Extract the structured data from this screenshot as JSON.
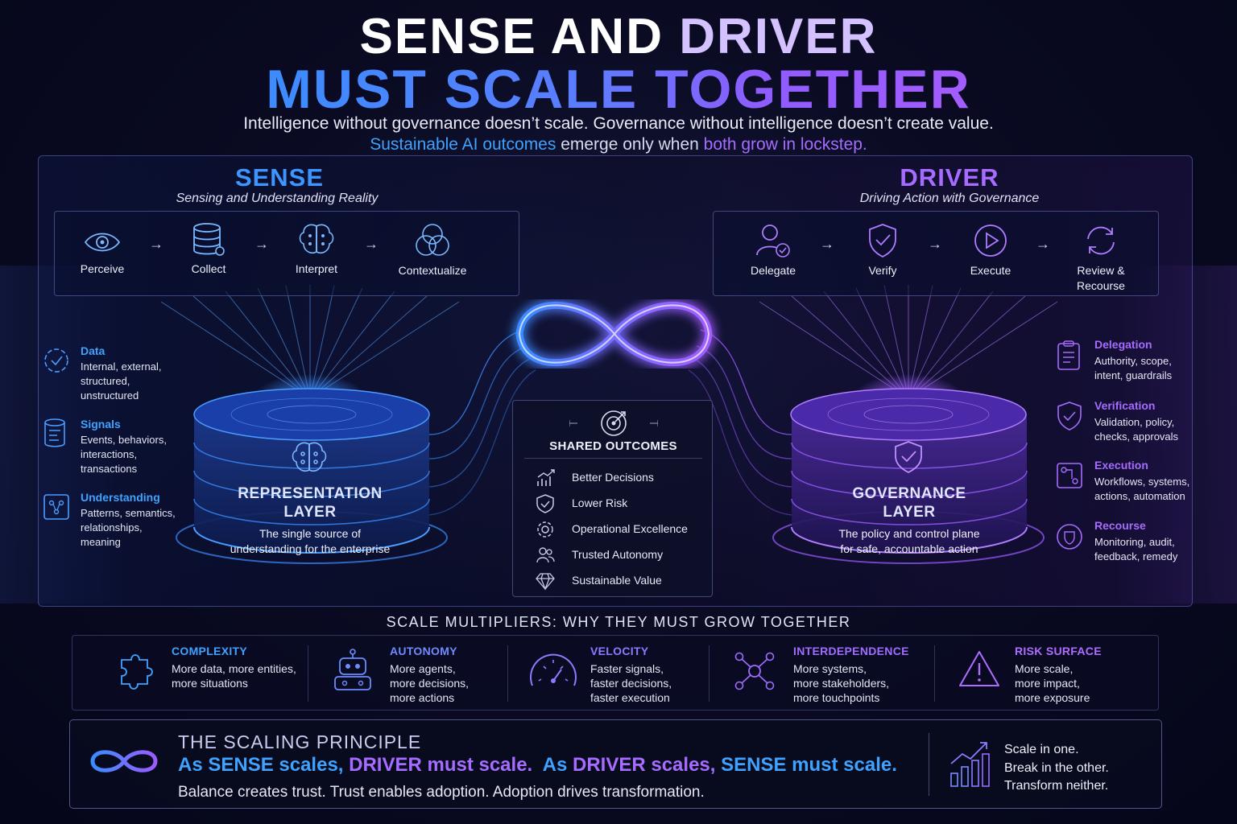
{
  "header": {
    "title_line1_part1": "SENSE AND ",
    "title_line1_part2": "DRIVER",
    "title_line2": "MUST SCALE TOGETHER",
    "subtitle_line1": "Intelligence without governance doesn’t scale. Governance without intelligence doesn’t create value.",
    "subtitle_line2_part1": "Sustainable AI outcomes",
    "subtitle_line2_part2": " emerge only when ",
    "subtitle_line2_part3": "both grow in lockstep."
  },
  "sense": {
    "title": "SENSE",
    "subtitle": "Sensing and Understanding Reality",
    "flow": [
      {
        "label": "Perceive",
        "icon": "eye-icon"
      },
      {
        "label": "Collect",
        "icon": "database-icon"
      },
      {
        "label": "Interpret",
        "icon": "brain-icon"
      },
      {
        "label": "Contextualize",
        "icon": "venn-icon"
      }
    ],
    "side": [
      {
        "title": "Data",
        "desc": "Internal, external, structured, unstructured",
        "icon": "data-icon"
      },
      {
        "title": "Signals",
        "desc": "Events, behaviors, interactions, transactions",
        "icon": "signals-icon"
      },
      {
        "title": "Understanding",
        "desc": "Patterns, semantics, relationships, meaning",
        "icon": "understanding-icon"
      }
    ],
    "layer_title_line1": "REPRESENTATION",
    "layer_title_line2": "LAYER",
    "layer_desc_line1": "The single source of",
    "layer_desc_line2": "understanding for the enterprise"
  },
  "driver": {
    "title": "DRIVER",
    "subtitle": "Driving Action with Governance",
    "flow": [
      {
        "label": "Delegate",
        "icon": "delegate-icon"
      },
      {
        "label": "Verify",
        "icon": "shield-check-icon"
      },
      {
        "label": "Execute",
        "icon": "play-icon"
      },
      {
        "label_line1": "Review &",
        "label_line2": "Recourse",
        "icon": "refresh-icon"
      }
    ],
    "side": [
      {
        "title": "Delegation",
        "desc": "Authority, scope, intent, guardrails",
        "icon": "clipboard-icon"
      },
      {
        "title": "Verification",
        "desc": "Validation, policy, checks, approvals",
        "icon": "verification-icon"
      },
      {
        "title": "Execution",
        "desc": "Workflows, systems, actions, automation",
        "icon": "workflow-icon"
      },
      {
        "title": "Recourse",
        "desc": "Monitoring, audit, feedback, remedy",
        "icon": "recourse-icon"
      }
    ],
    "layer_title_line1": "GOVERNANCE",
    "layer_title_line2": "LAYER",
    "layer_desc_line1": "The policy and control plane",
    "layer_desc_line2": "for safe, accountable action"
  },
  "shared": {
    "title": "SHARED OUTCOMES",
    "items": [
      {
        "label": "Better Decisions",
        "icon": "chart-up-icon"
      },
      {
        "label": "Lower Risk",
        "icon": "shield-check-icon"
      },
      {
        "label": "Operational Excellence",
        "icon": "gear-icon"
      },
      {
        "label": "Trusted Autonomy",
        "icon": "people-icon"
      },
      {
        "label": "Sustainable Value",
        "icon": "diamond-icon"
      }
    ]
  },
  "multipliers": {
    "heading": "SCALE MULTIPLIERS: WHY THEY MUST GROW TOGETHER",
    "items": [
      {
        "title": "COMPLEXITY",
        "desc_line1": "More data, more entities,",
        "desc_line2": "more situations",
        "desc_line3": "",
        "icon": "puzzle-icon",
        "color": "#3fa2ff"
      },
      {
        "title": "AUTONOMY",
        "desc_line1": "More agents,",
        "desc_line2": "more decisions,",
        "desc_line3": "more actions",
        "icon": "robot-icon",
        "color": "#6d8cff"
      },
      {
        "title": "VELOCITY",
        "desc_line1": "Faster signals,",
        "desc_line2": "faster decisions,",
        "desc_line3": "faster execution",
        "icon": "gauge-icon",
        "color": "#8a7cff"
      },
      {
        "title": "INTERDEPENDENCE",
        "desc_line1": "More systems,",
        "desc_line2": "more stakeholders,",
        "desc_line3": "more touchpoints",
        "icon": "network-icon",
        "color": "#a06cff"
      },
      {
        "title": "RISK SURFACE",
        "desc_line1": "More scale,",
        "desc_line2": "more impact,",
        "desc_line3": "more exposure",
        "icon": "warning-icon",
        "color": "#b06cff"
      }
    ]
  },
  "principle": {
    "title": "THE SCALING PRINCIPLE",
    "main_p1": "As SENSE scales, ",
    "main_p2": "DRIVER must scale.",
    "main_p3": "  As ",
    "main_p4": "DRIVER scales, ",
    "main_p5": "SENSE must scale.",
    "sub": "Balance creates trust. Trust enables adoption. Adoption drives transformation.",
    "right_line1": "Scale in one.",
    "right_line2": "Break in the other.",
    "right_line3": "Transform neither.",
    "icon": "infinity-icon"
  },
  "colors": {
    "blue": "#3fa2ff",
    "purple": "#a66cff",
    "sense_accent": "#3b8cff",
    "driver_accent": "#8e5cff"
  }
}
